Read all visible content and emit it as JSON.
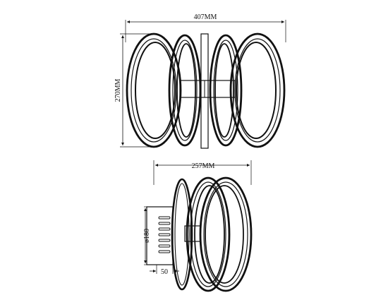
{
  "dimensions": {
    "front_width": "407MM",
    "front_height": "270MM",
    "side_width": "257MM",
    "mount_diameter": "ø180",
    "mount_depth": "50"
  },
  "colors": {
    "line": "#111111",
    "background": "#ffffff"
  }
}
